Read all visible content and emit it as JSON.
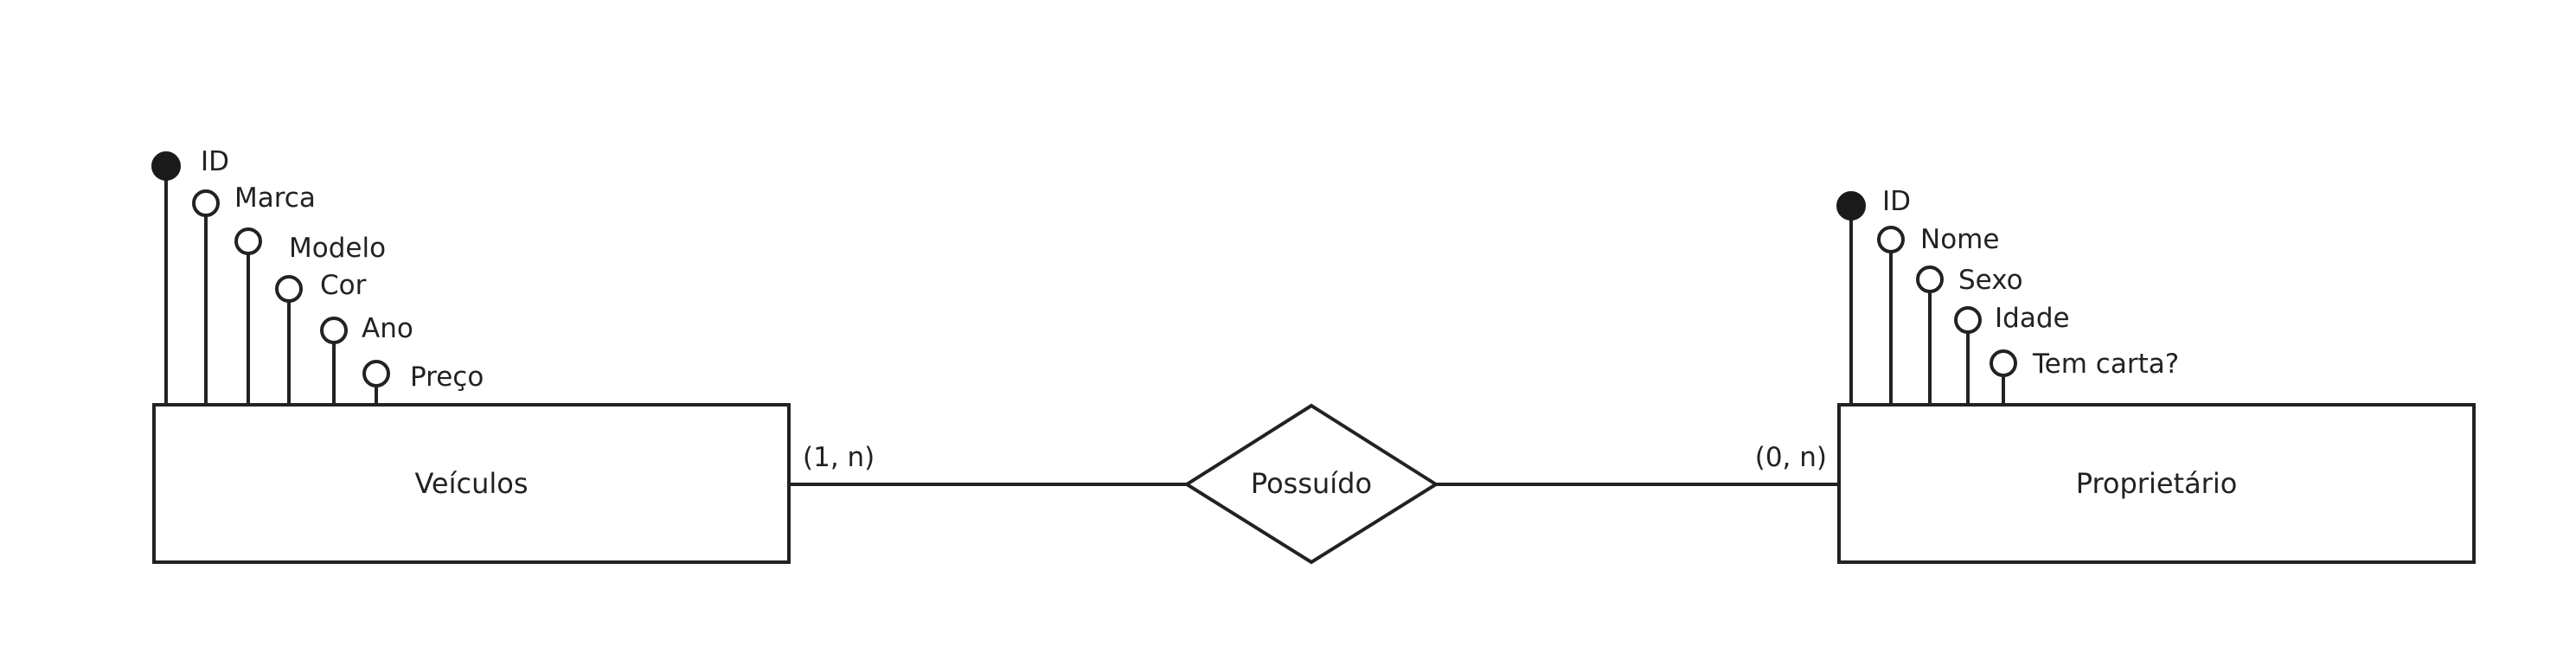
{
  "entities": {
    "veiculos": {
      "name": "Veículos",
      "attributes": [
        {
          "label": "ID",
          "key": true
        },
        {
          "label": "Marca",
          "key": false
        },
        {
          "label": "Modelo",
          "key": false
        },
        {
          "label": "Cor",
          "key": false
        },
        {
          "label": "Ano",
          "key": false
        },
        {
          "label": "Preço",
          "key": false
        }
      ]
    },
    "proprietario": {
      "name": "Proprietário",
      "attributes": [
        {
          "label": "ID",
          "key": true
        },
        {
          "label": "Nome",
          "key": false
        },
        {
          "label": "Sexo",
          "key": false
        },
        {
          "label": "Idade",
          "key": false
        },
        {
          "label": "Tem carta?",
          "key": false
        }
      ]
    }
  },
  "relationship": {
    "name": "Possuído",
    "cardinality_left": "(1, n)",
    "cardinality_right": "(0, n)"
  }
}
